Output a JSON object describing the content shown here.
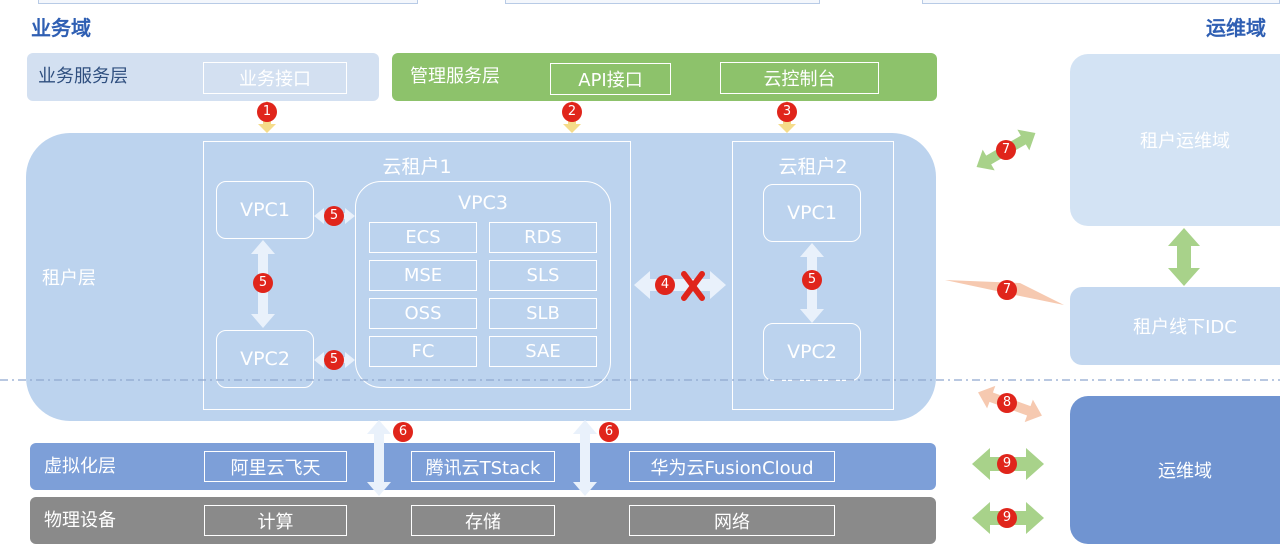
{
  "domains": {
    "business": "业务域",
    "ops": "运维域"
  },
  "business_service": {
    "label": "业务服务层",
    "interface": "业务接口"
  },
  "mgmt_service": {
    "label": "管理服务层",
    "api": "API接口",
    "console": "云控制台"
  },
  "tenant_layer": {
    "label": "租户层",
    "tenant1": {
      "title": "云租户1",
      "vpc1": "VPC1",
      "vpc2": "VPC2",
      "vpc3": {
        "title": "VPC3",
        "services": [
          "ECS",
          "RDS",
          "MSE",
          "SLS",
          "OSS",
          "SLB",
          "FC",
          "SAE"
        ]
      }
    },
    "tenant2": {
      "title": "云租户2",
      "vpc1": "VPC1",
      "vpc2": "VPC2"
    }
  },
  "virtualization": {
    "label": "虚拟化层",
    "items": [
      "阿里云飞天",
      "腾讯云TStack",
      "华为云FusionCloud"
    ]
  },
  "physical": {
    "label": "物理设备",
    "items": [
      "计算",
      "存储",
      "网络"
    ]
  },
  "right_side": {
    "tenant_ops": "租户运维域",
    "tenant_idc": "租户线下IDC",
    "ops_domain": "运维域"
  },
  "badges": {
    "b1": "1",
    "b2": "2",
    "b3": "3",
    "b4": "4",
    "b5": "5",
    "b6": "6",
    "b7": "7",
    "b8": "8",
    "b9": "9"
  },
  "colors": {
    "tenant_bg": "#bcd3ee",
    "business_bg": "#d3e0f1",
    "mgmt_bg": "#8dc26b",
    "virt_bg": "#7d9fd8",
    "phys_bg": "#8a8a8a",
    "ops_bg": "#7094d1",
    "badge_red": "#e0251b",
    "arrow_yellow": "#f5dc8a",
    "arrow_green": "#a8d28a",
    "arrow_peach": "#f6c9b0"
  }
}
